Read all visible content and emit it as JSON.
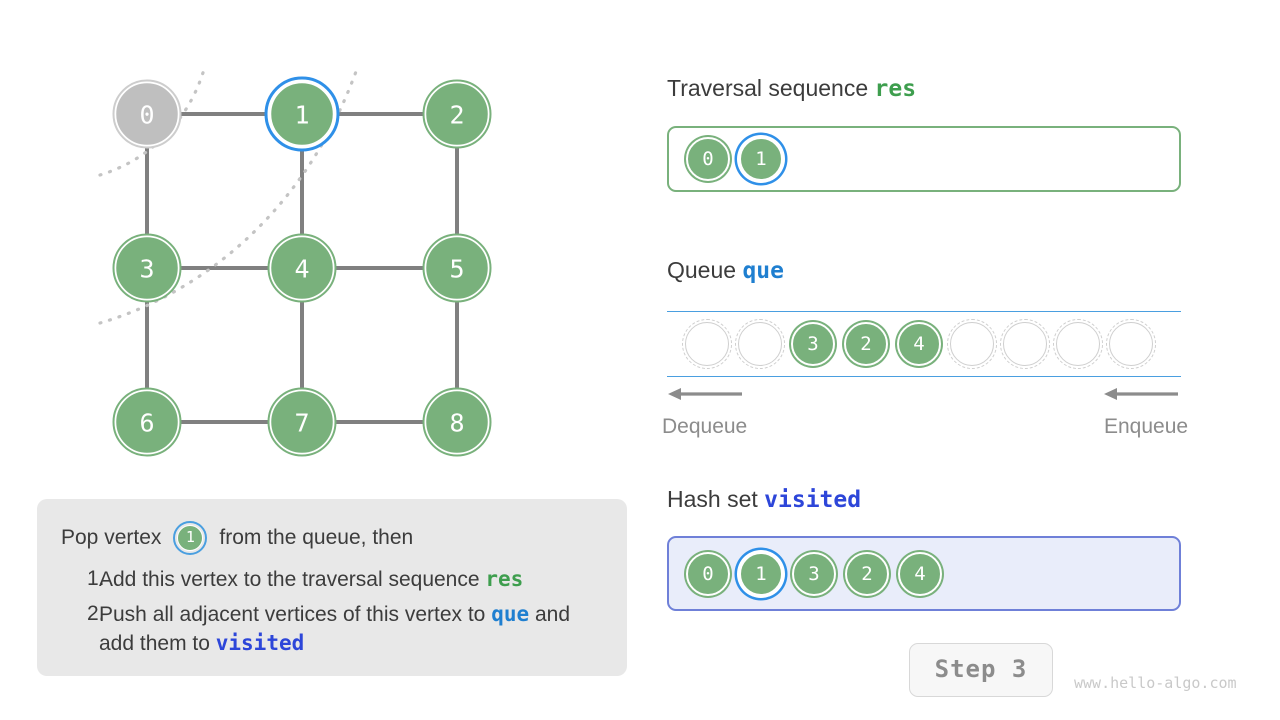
{
  "graph": {
    "nodes": [
      {
        "id": "0",
        "label": "0",
        "state": "visited-dim",
        "col": 0,
        "row": 0
      },
      {
        "id": "1",
        "label": "1",
        "state": "current",
        "col": 1,
        "row": 0
      },
      {
        "id": "2",
        "label": "2",
        "state": "active",
        "col": 2,
        "row": 0
      },
      {
        "id": "3",
        "label": "3",
        "state": "active",
        "col": 0,
        "row": 1
      },
      {
        "id": "4",
        "label": "4",
        "state": "active",
        "col": 1,
        "row": 1
      },
      {
        "id": "5",
        "label": "5",
        "state": "active",
        "col": 2,
        "row": 1
      },
      {
        "id": "6",
        "label": "6",
        "state": "active",
        "col": 0,
        "row": 2
      },
      {
        "id": "7",
        "label": "7",
        "state": "active",
        "col": 1,
        "row": 2
      },
      {
        "id": "8",
        "label": "8",
        "state": "active",
        "col": 2,
        "row": 2
      }
    ],
    "edges": [
      [
        "0",
        "1"
      ],
      [
        "1",
        "2"
      ],
      [
        "0",
        "3"
      ],
      [
        "1",
        "4"
      ],
      [
        "2",
        "5"
      ],
      [
        "3",
        "4"
      ],
      [
        "4",
        "5"
      ],
      [
        "3",
        "6"
      ],
      [
        "4",
        "7"
      ],
      [
        "5",
        "8"
      ],
      [
        "6",
        "7"
      ],
      [
        "7",
        "8"
      ]
    ],
    "colors": {
      "node_active": "#79b17c",
      "node_dim": "#bfbfbf",
      "edge": "#808080",
      "highlight_ring": "#2f90e8",
      "frontier_dots": "#c4c4c4"
    }
  },
  "explanation": {
    "lead_before": "Pop vertex",
    "chip_label": "1",
    "lead_after": "from the queue, then",
    "items": [
      {
        "num": "1.",
        "text_parts": [
          {
            "t": "Add this vertex to the traversal sequence ",
            "style": "plain"
          },
          {
            "t": "res",
            "style": "green"
          }
        ]
      },
      {
        "num": "2.",
        "text_parts": [
          {
            "t": "Push all adjacent vertices of this vertex to ",
            "style": "plain"
          },
          {
            "t": "que",
            "style": "blue"
          },
          {
            "t": " and add them to ",
            "style": "plain"
          },
          {
            "t": "visited",
            "style": "indigo"
          }
        ]
      }
    ],
    "item1_plain": "Add this vertex to the traversal sequence ",
    "item1_code": "res",
    "item2_plain_a": "Push all adjacent vertices of this vertex to ",
    "item2_code_a": "que",
    "item2_plain_b": "and add them to ",
    "item2_code_b": "visited"
  },
  "res_section": {
    "title_plain": "Traversal sequence ",
    "title_code": "res",
    "items": [
      {
        "label": "0",
        "selected": false
      },
      {
        "label": "1",
        "selected": true
      }
    ]
  },
  "queue_section": {
    "title_plain": "Queue ",
    "title_code": "que",
    "slots": [
      {
        "label": "",
        "filled": false
      },
      {
        "label": "",
        "filled": false
      },
      {
        "label": "3",
        "filled": true
      },
      {
        "label": "2",
        "filled": true
      },
      {
        "label": "4",
        "filled": true
      },
      {
        "label": "",
        "filled": false
      },
      {
        "label": "",
        "filled": false
      },
      {
        "label": "",
        "filled": false
      },
      {
        "label": "",
        "filled": false
      }
    ],
    "dequeue_label": "Dequeue",
    "enqueue_label": "Enqueue"
  },
  "visited_section": {
    "title_plain": "Hash set ",
    "title_code": "visited",
    "items": [
      {
        "label": "0",
        "selected": false
      },
      {
        "label": "1",
        "selected": true
      },
      {
        "label": "3",
        "selected": false
      },
      {
        "label": "2",
        "selected": false
      },
      {
        "label": "4",
        "selected": false
      }
    ]
  },
  "footer": {
    "step_label": "Step 3",
    "watermark": "www.hello-algo.com"
  }
}
